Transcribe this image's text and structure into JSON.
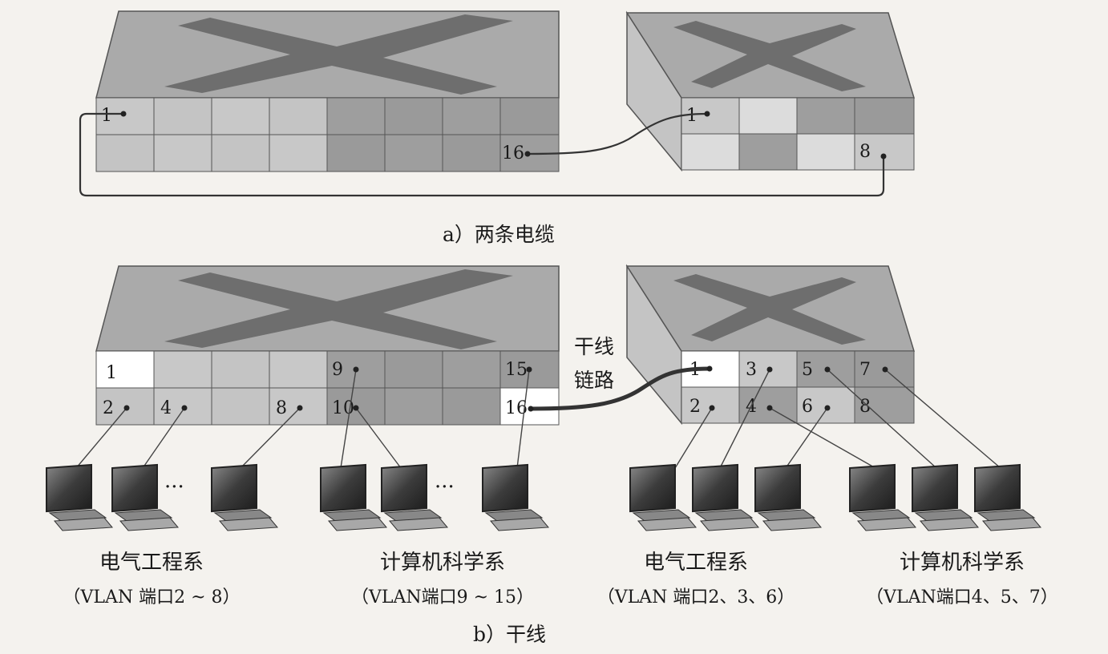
{
  "colors": {
    "background": "#f4f2ee",
    "switch_top": "#a9a9a9",
    "switch_side": "#c4c4c4",
    "x_mark": "#6a6a6a",
    "port_light": "#c6c6c6",
    "port_dark": "#9c9c9c",
    "port_white": "#ffffff",
    "cable": "#333333"
  },
  "diagram_a": {
    "caption": "a）两条电缆",
    "left_switch": {
      "port_labels": [
        "1",
        "16"
      ]
    },
    "right_switch": {
      "port_labels": [
        "1",
        "8"
      ]
    }
  },
  "diagram_b": {
    "caption": "b）干线",
    "trunk_label_line1": "干线",
    "trunk_label_line2": "链路",
    "left_switch": {
      "port_labels": [
        "1",
        "9",
        "15",
        "2",
        "4",
        "8",
        "10",
        "16"
      ]
    },
    "right_switch": {
      "port_labels": [
        "1",
        "3",
        "5",
        "7",
        "2",
        "4",
        "6",
        "8"
      ]
    },
    "ellipsis": "···",
    "groups": [
      {
        "dept": "电气工程系",
        "vlan": "（VLAN 端口2 ~ 8）"
      },
      {
        "dept": "计算机科学系",
        "vlan": "（VLAN端口9 ~ 15）"
      },
      {
        "dept": "电气工程系",
        "vlan": "（VLAN 端口2、3、6）"
      },
      {
        "dept": "计算机科学系",
        "vlan": "（VLAN端口4、5、7）"
      }
    ]
  }
}
